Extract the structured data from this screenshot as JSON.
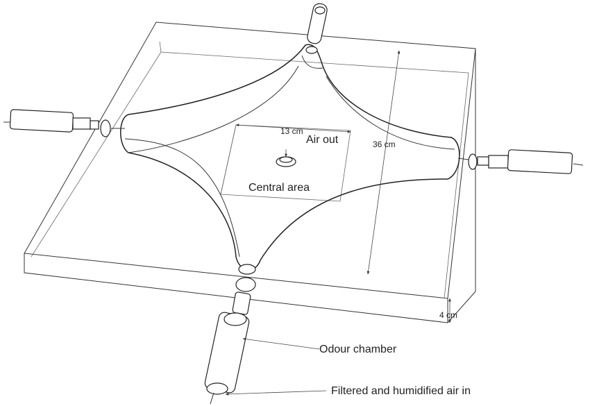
{
  "labels": {
    "air_out": "Air out",
    "central_area": "Central area",
    "odour_chamber": "Odour chamber",
    "air_in": "Filtered and humidified air in"
  },
  "dimensions": {
    "central_width": "13 cm",
    "chamber_span": "36 cm",
    "depth": "4 cm"
  }
}
